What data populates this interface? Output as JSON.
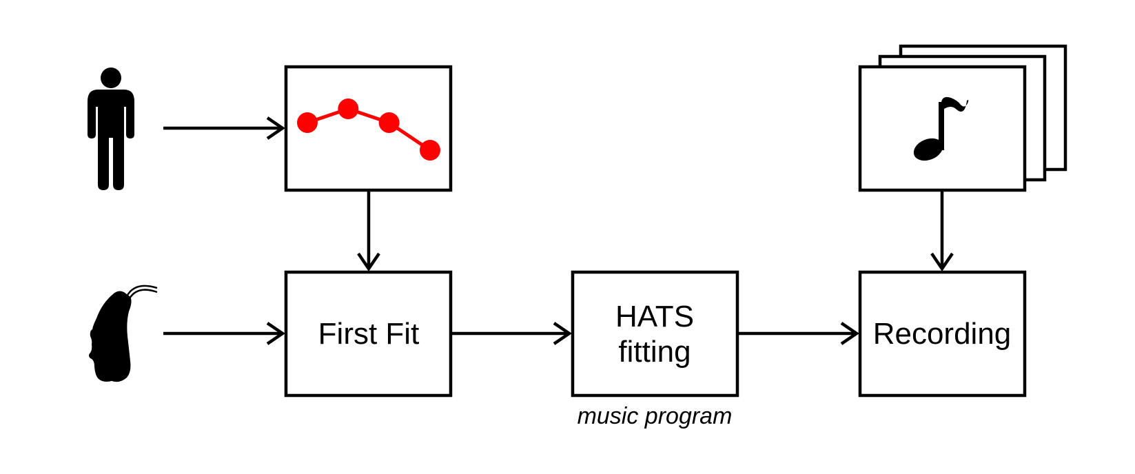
{
  "nodes": {
    "first_fit": {
      "label": "First Fit"
    },
    "hats_fitting": {
      "label_line1": "HATS",
      "label_line2": "fitting",
      "caption": "music program"
    },
    "recording": {
      "label": "Recording"
    }
  },
  "icons": {
    "person": "person-icon",
    "hearing_aid": "hearing-aid-icon",
    "audiogram": "audiogram-icon",
    "music": "music-note-icon"
  },
  "colors": {
    "accent": "#ff0000",
    "stroke": "#000000"
  },
  "audiogram": {
    "values": [
      0.1,
      0.35,
      0.1,
      -0.4
    ]
  }
}
